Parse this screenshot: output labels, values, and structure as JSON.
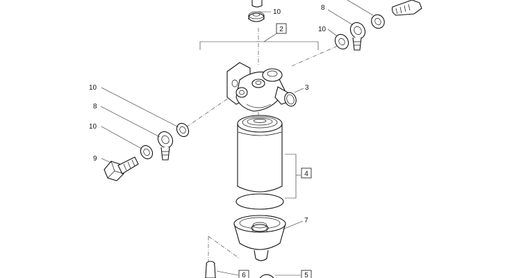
{
  "callouts": {
    "c10_top": "10",
    "c8_top": "8",
    "c10_right": "10",
    "c2_box": "2",
    "c3": "3",
    "c10_left_a": "10",
    "c8_left": "8",
    "c10_left_b": "10",
    "c9": "9",
    "c4_box": "4",
    "c7": "7",
    "c6_box": "6",
    "c5_box": "5"
  }
}
